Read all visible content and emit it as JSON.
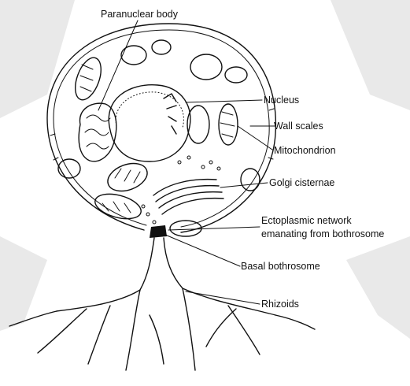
{
  "labels": {
    "paranuclear_body": "Paranuclear body",
    "nucleus": "Nucleus",
    "wall_scales": "Wall scales",
    "mitochondrion": "Mitochondrion",
    "golgi_cisternae": "Golgi cisternae",
    "ectoplasmic_line1": "Ectoplasmic network",
    "ectoplasmic_line2": "emanating from bothrosome",
    "basal_bothrosome": "Basal bothrosome",
    "rhizoids": "Rhizoids"
  },
  "colors": {
    "ink": "#111111",
    "background": "#ffffff",
    "watermark": "#e9e9e9"
  }
}
